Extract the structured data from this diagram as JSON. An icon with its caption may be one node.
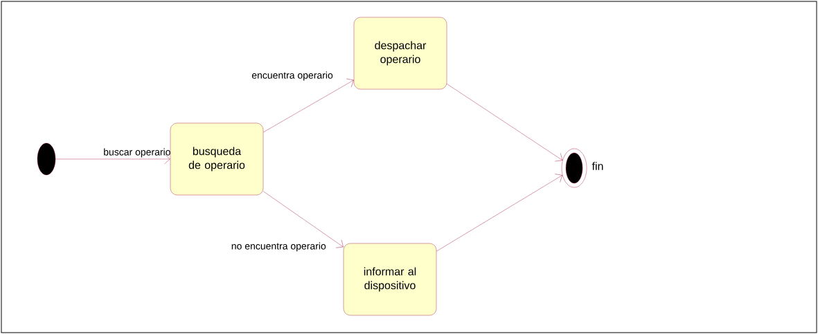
{
  "diagram": {
    "nodes": [
      {
        "text": [],
        "shape": "circle"
      },
      {
        "text": [
          "busqueda de operario"
        ]
      },
      {
        "text": [
          "despachar operario"
        ]
      },
      {
        "text": [
          "informar al dispositivo"
        ]
      },
      {
        "text": [],
        "shape": "circle",
        "beside": [
          "fin"
        ]
      }
    ],
    "edges": [
      {
        "from": 0,
        "to": 1,
        "arrow": "to",
        "label": "buscar operario"
      },
      {
        "from": 1,
        "to": 2,
        "arrow": "to",
        "label": "encuentra operario"
      },
      {
        "from": 1,
        "to": 3,
        "arrow": "to",
        "label": "no encuentra operario"
      },
      {
        "from": 2,
        "to": 4,
        "arrow": "to"
      },
      {
        "from": 3,
        "to": 4,
        "arrow": "to"
      }
    ]
  }
}
